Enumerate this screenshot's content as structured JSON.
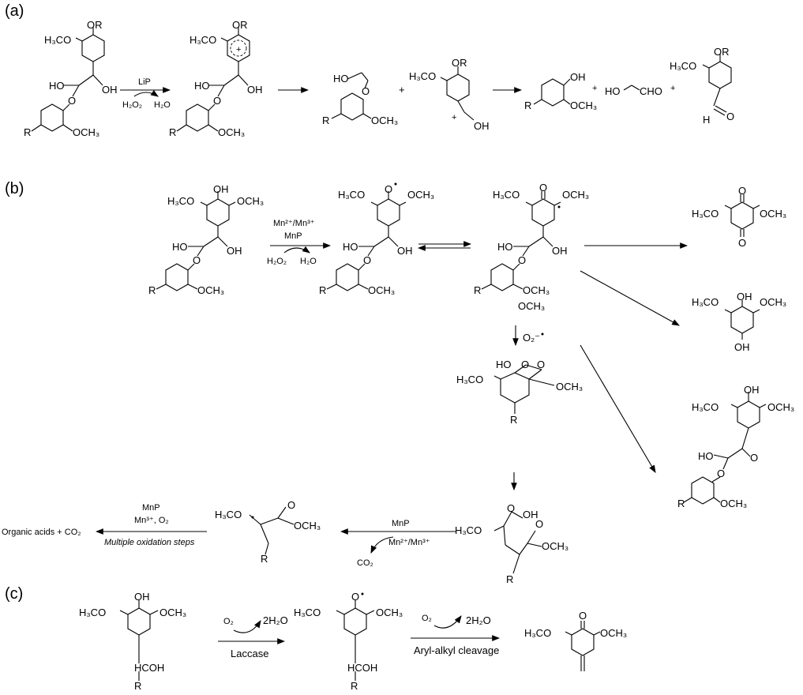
{
  "panels": {
    "a": "(a)",
    "b": "(b)",
    "c": "(c)"
  },
  "a": {
    "reagent_enzyme": "LiP",
    "reagent_in": "H₂O₂",
    "reagent_out": "H₂O",
    "s1_top": "OR",
    "s1_meo": "H₃CO",
    "s1_ho1": "HO",
    "s1_ho2": "OH",
    "s1_r": "R",
    "s1_ome": "OCH₃",
    "s2_top": "OR",
    "s2_meo": "H₃CO",
    "s2_ho1": "HO",
    "s2_ho2": "OH",
    "s2_r": "R",
    "s2_ome": "OCH₃",
    "s2_charge": "+",
    "p1_ho": "HO",
    "p1_r": "R",
    "p1_ome": "OCH₃",
    "p2_top": "OR",
    "p2_meo": "H₃CO",
    "p2_oh": "OH",
    "p2_charge": "+",
    "p3_oh": "OH",
    "p3_r": "R",
    "p3_ome": "OCH₃",
    "p4_ho": "HO",
    "p4_cho": "CHO",
    "p5_top": "OR",
    "p5_meo": "H₃CO",
    "p5_h": "H",
    "p5_o": "O",
    "plus": "+"
  },
  "b": {
    "s1_oh": "OH",
    "s1_meo": "H₃CO",
    "s1_ome": "OCH₃",
    "s1_ho1": "HO",
    "s1_ho2": "OH",
    "s1_r": "R",
    "s1_ome2": "OCH₃",
    "r1_mn": "Mn²⁺/Mn³⁺",
    "r1_mnp": "MnP",
    "r1_in": "H₂O₂",
    "r1_out": "H₂O",
    "s2_o": "O",
    "s2_meo": "H₃CO",
    "s2_ome": "OCH₃",
    "s2_ho1": "HO",
    "s2_ho2": "OH",
    "s2_r": "R",
    "s2_ome2": "OCH₃",
    "s3_o": "O",
    "s3_meo": "H₃CO",
    "s3_ome": "OCH₃",
    "s3_ho1": "HO",
    "s3_ho2": "OH",
    "s3_r": "R",
    "s3_ome2": "OCH₃",
    "s3_ome3": "OCH₃",
    "q1_o1": "O",
    "q1_o2": "O",
    "q1_meo": "H₃CO",
    "q1_ome": "OCH₃",
    "q2_oh1": "OH",
    "q2_oh2": "OH",
    "q2_meo": "H₃CO",
    "q2_ome": "OCH₃",
    "q3_oh": "OH",
    "q3_meo": "H₃CO",
    "q3_ome": "OCH₃",
    "q3_ho": "HO",
    "q3_o": "O",
    "q3_r": "R",
    "q3_ome2": "OCH₃",
    "sup": "O₂⁻",
    "d_ho": "HO",
    "d_o1": "O",
    "d_o2": "O",
    "d_meo": "H₃CO",
    "d_ome": "OCH₃",
    "d_r": "R",
    "m_meo": "H₃CO",
    "m_oh": "OH",
    "m_o": "O",
    "m_o2": "O",
    "m_ome": "OCH₃",
    "m_r": "R",
    "r2_mnp": "MnP",
    "r2_mn": "Mn²⁺/Mn³⁺",
    "r2_co2": "CO₂",
    "e_meo": "H₃CO",
    "e_o": "O",
    "e_ome": "OCH₃",
    "e_r": "R",
    "r3_mnp": "MnP",
    "r3_mn": "Mn³⁺, O₂",
    "r3_steps": "Multiple oxidation steps",
    "final": "Organic acids + CO₂"
  },
  "c": {
    "s1_oh": "OH",
    "s1_meo": "H₃CO",
    "s1_ome": "OCH₃",
    "s1_hcoh": "HCOH",
    "s1_r": "R",
    "r1_o2": "O₂",
    "r1_h2o": "2H₂O",
    "r1_enz": "Laccase",
    "s2_o": "O",
    "s2_meo": "H₃CO",
    "s2_ome": "OCH₃",
    "s2_hcoh": "HCOH",
    "s2_r": "R",
    "r2_o2": "O₂",
    "r2_h2o": "2H₂O",
    "r2_step": "Aryl-alkyl cleavage",
    "s3_o": "O",
    "s3_meo": "H₃CO",
    "s3_ome": "OCH₃"
  }
}
